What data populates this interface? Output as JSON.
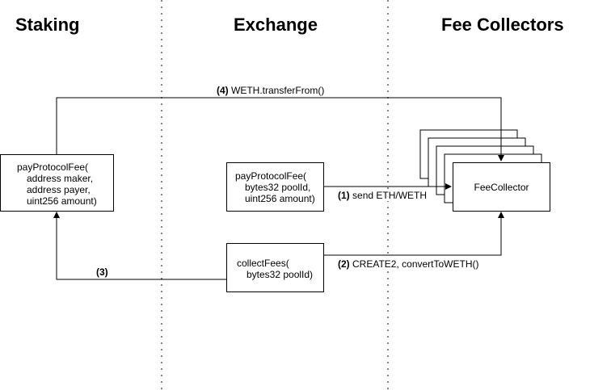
{
  "lanes": {
    "staking": "Staking",
    "exchange": "Exchange",
    "fee_collectors": "Fee Collectors"
  },
  "staking_box": {
    "line1": "payProtocolFee(",
    "line2": "address maker,",
    "line3": "address payer,",
    "line4": "uint256 amount)"
  },
  "exchange_pay_box": {
    "line1": "payProtocolFee(",
    "line2": "bytes32 poolId,",
    "line3": "uint256 amount)"
  },
  "exchange_collect_box": {
    "line1": "collectFees(",
    "line2": "bytes32 poolId)"
  },
  "fee_collector_box": {
    "label": "FeeCollector"
  },
  "edges": {
    "e1": {
      "num": "(1)",
      "text": "send ETH/WETH"
    },
    "e2": {
      "num": "(2)",
      "text": "CREATE2, convertToWETH()"
    },
    "e3": {
      "num": "(3)",
      "text": ""
    },
    "e4": {
      "num": "(4)",
      "text": "WETH.transferFrom()"
    }
  }
}
